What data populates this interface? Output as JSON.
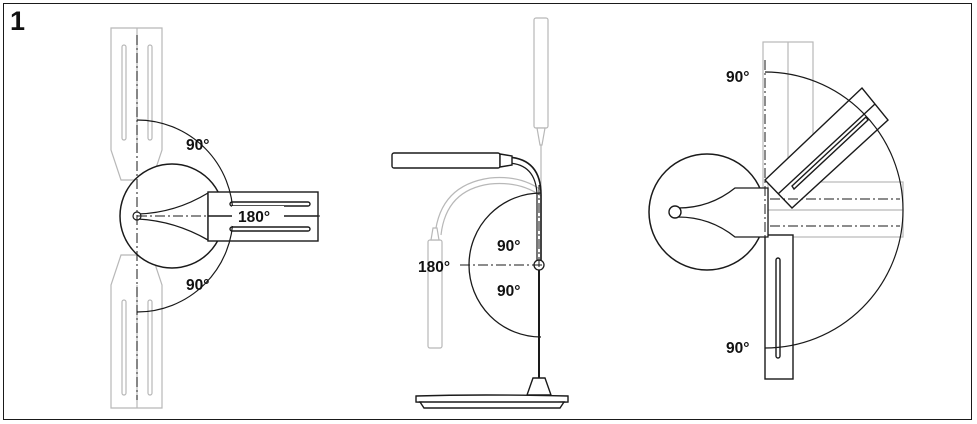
{
  "figure_number": "1",
  "colors": {
    "line": "#1a1a1a",
    "ghost": "#b8b8b8",
    "white": "#ffffff"
  },
  "views": [
    {
      "name": "top-view-left",
      "labels": [
        "90°",
        "180°",
        "90°"
      ]
    },
    {
      "name": "side-view-middle",
      "labels": [
        "90°",
        "180°",
        "90°"
      ]
    },
    {
      "name": "top-view-right",
      "labels": [
        "90°",
        "90°"
      ]
    }
  ]
}
